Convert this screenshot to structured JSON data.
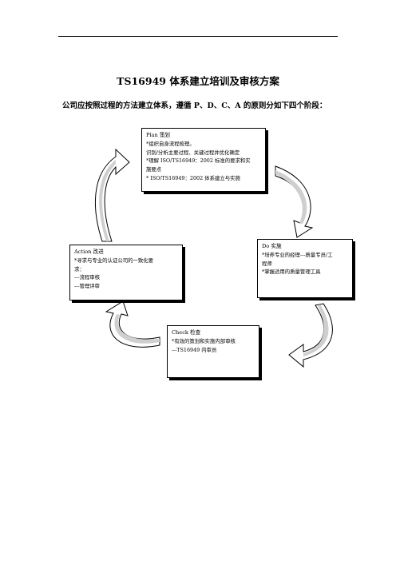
{
  "header": {
    "title": "TS16949 体系建立培训及审核方案"
  },
  "intro": "公司应按照过程的方法建立体系，遵循 P、D、C、A 的原则分如下四个阶段：",
  "cycle": {
    "plan": {
      "heading": "Plan  策划",
      "lines": [
        "*组织自身流程梳理。",
        "识别/分析主要过程、关键过程并优化确定",
        "*理解 ISO/TS16949：2002 标准的要求和实",
        "施要点",
        "* ISO/TS16949：2002 体系建立与实施"
      ]
    },
    "do": {
      "heading": "Do  实施",
      "lines": [
        "*培养专业的经理---质量专员/工",
        "程师",
        "*掌握适用的质量管理工具"
      ]
    },
    "action": {
      "heading": "Action  改进",
      "lines": [
        "*寻求与专业的认证公司的一致化要",
        "求：",
        "---流程审核",
        "---管理评审"
      ]
    },
    "check": {
      "heading": "Check  检查",
      "lines": [
        "*有效的策划和实施内部审核",
        "---TS16949 内审员"
      ]
    }
  }
}
